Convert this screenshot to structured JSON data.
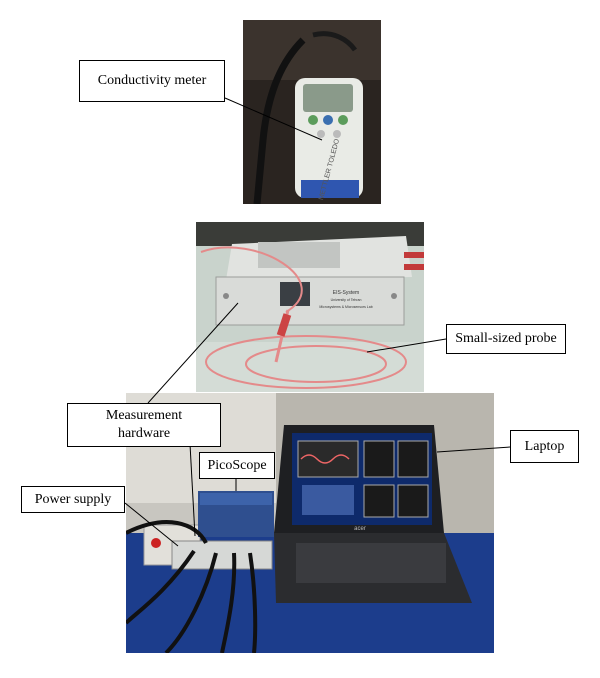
{
  "labels": {
    "conductivity_meter": "Conductivity meter",
    "small_sized_probe": "Small-sized probe",
    "measurement_hardware_line1": "Measurement",
    "measurement_hardware_line2": "hardware",
    "laptop": "Laptop",
    "picoscope": "PicoScope",
    "power_supply": "Power supply"
  },
  "photo_text": {
    "meter_brand": "METTLER TOLEDO",
    "eis_title": "EIS-System",
    "eis_sub1": "University of Tehran",
    "eis_sub2": "Microsystems & Microsensors Lab",
    "laptop_brand": "acer"
  },
  "colors": {
    "photo_dark": "#2a2420",
    "probe_cable": "#e48a8a",
    "instrument_case": "#d9dbd8",
    "laptop_screen": "#0e2a6b",
    "table_cloth": "#1c3d8c"
  }
}
